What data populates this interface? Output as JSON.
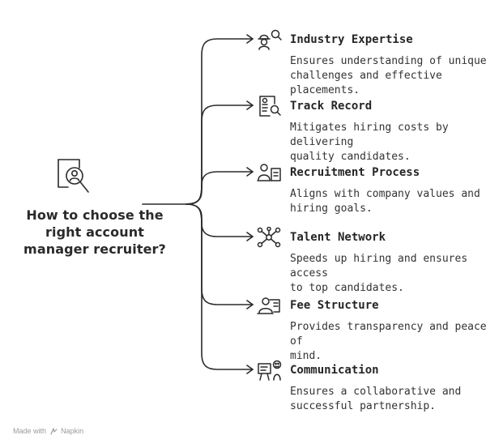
{
  "diagram": {
    "central": {
      "title": "How to choose the\n right account\nmanager recruiter?",
      "icon": "recruiter-magnifier-icon"
    },
    "branches": [
      {
        "title": "Industry Expertise",
        "description": "Ensures understanding of unique\nchallenges and effective placements.",
        "icon": "worker-search-icon"
      },
      {
        "title": "Track Record",
        "description": "Mitigates hiring costs by delivering\nquality candidates.",
        "icon": "resume-search-icon"
      },
      {
        "title": "Recruitment Process",
        "description": "Aligns with company values and\nhiring goals.",
        "icon": "person-document-icon"
      },
      {
        "title": "Talent Network",
        "description": "Speeds up hiring and ensures access\nto top candidates.",
        "icon": "network-nodes-icon"
      },
      {
        "title": "Fee Structure",
        "description": "Provides transparency and peace of\nmind.",
        "icon": "fee-receipt-icon"
      },
      {
        "title": "Communication",
        "description": "Ensures a collaborative and\nsuccessful partnership.",
        "icon": "chat-board-icon"
      }
    ]
  },
  "footer": {
    "prefix": "Made with",
    "brand": "Napkin"
  },
  "colors": {
    "ink": "#2a2a2a",
    "text": "#333333",
    "muted": "#9a9a9a",
    "background": "#ffffff"
  }
}
